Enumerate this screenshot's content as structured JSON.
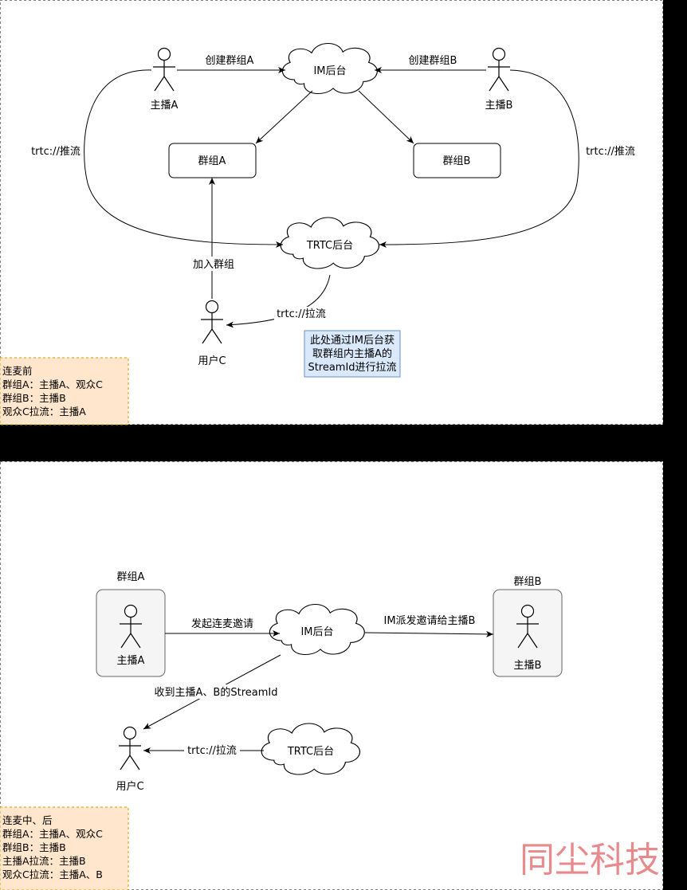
{
  "panel1": {
    "im_backend": "IM后台",
    "trtc_backend": "TRTC后台",
    "host_a": "主播A",
    "host_b": "主播B",
    "group_a": "群组A",
    "group_b": "群组B",
    "user_c": "用户C",
    "create_group_a": "创建群组A",
    "create_group_b": "创建群组B",
    "push_left": "trtc://推流",
    "push_right": "trtc://推流",
    "join_group": "加入群组",
    "pull_stream": "trtc://拉流",
    "note_lines": [
      "此处通过IM后台获",
      "取群组内主播A的",
      "StreamId进行拉流"
    ],
    "summary_lines": [
      "连麦前",
      "群组A：主播A、观众C",
      "群组B：主播B",
      "观众C拉流：主播A"
    ]
  },
  "panel2": {
    "group_a_title": "群组A",
    "group_b_title": "群组B",
    "host_a": "主播A",
    "host_b": "主播B",
    "im_backend": "IM后台",
    "trtc_backend": "TRTC后台",
    "user_c": "用户C",
    "invite": "发起连麦邀请",
    "dispatch": "IM派发邀请给主播B",
    "receive": "收到主播A、B的StreamId",
    "pull_stream": "trtc://拉流",
    "summary_lines": [
      "连麦中、后",
      "群组A：主播A、观众C",
      "群组B：主播B",
      "主播A拉流：主播B",
      "观众C拉流：主播A、B"
    ]
  },
  "watermark": "同尘科技"
}
